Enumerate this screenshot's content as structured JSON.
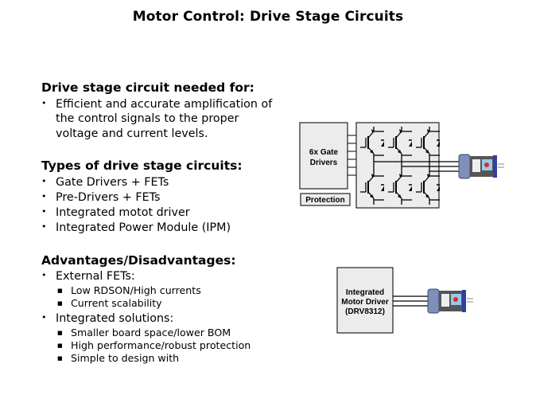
{
  "title": "Motor Control: Drive Stage Circuits",
  "sections": {
    "needed": {
      "heading": "Drive stage circuit needed for:",
      "bullet_lines": [
        "Efficient and accurate amplification of",
        "the control signals to the proper",
        "voltage and current  levels."
      ]
    },
    "types": {
      "heading": "Types of drive stage circuits:",
      "items": [
        "Gate Drivers  + FETs",
        "Pre-Drivers  + FETs",
        "Integrated motot driver",
        "Integrated Power Module (IPM)"
      ]
    },
    "adv": {
      "heading": "Advantages/Disadvantages:",
      "groups": [
        {
          "label": "External FETs:",
          "items": [
            "Low RDSON/High currents",
            "Current scalability"
          ]
        },
        {
          "label": "Integrated solutions:",
          "items": [
            "Smaller  board space/lower BOM",
            "High  performance/robust protection",
            "Simple  to design with"
          ]
        }
      ]
    }
  },
  "diagram1": {
    "gate_driver_line1": "6x Gate",
    "gate_driver_line2": "Drivers",
    "protection": "Protection",
    "bridge_label": "3-phase FET bridge (6 switches)",
    "motor_label": "motor"
  },
  "diagram2": {
    "line1": "Integrated",
    "line2": "Motor Driver",
    "line3": "(DRV8312)",
    "motor_label": "motor"
  }
}
